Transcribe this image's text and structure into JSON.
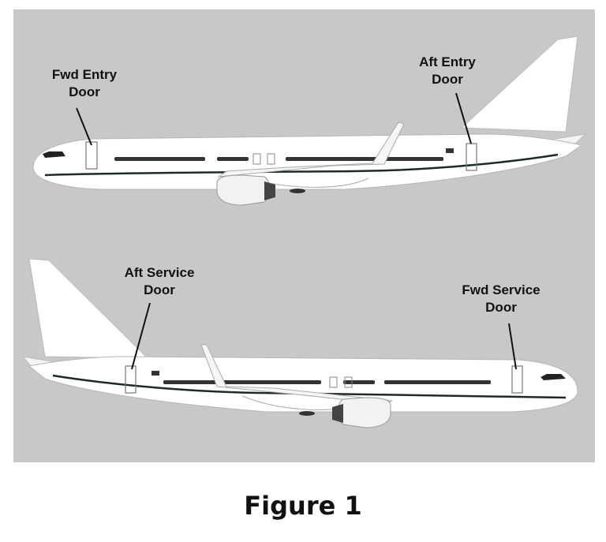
{
  "labels": {
    "fwd_entry_door": "Fwd  Entry\nDoor",
    "aft_entry_door": "Aft Entry\nDoor",
    "aft_service_door": "Aft Service\nDoor",
    "fwd_service_door": "Fwd  Service\nDoor"
  },
  "caption": "Figure 1",
  "colors": {
    "panel_background": "#c8c8c8",
    "fuselage": "#ffffff",
    "cheatline": "#1e2a24",
    "window": "#333333",
    "label_text": "#111111"
  }
}
